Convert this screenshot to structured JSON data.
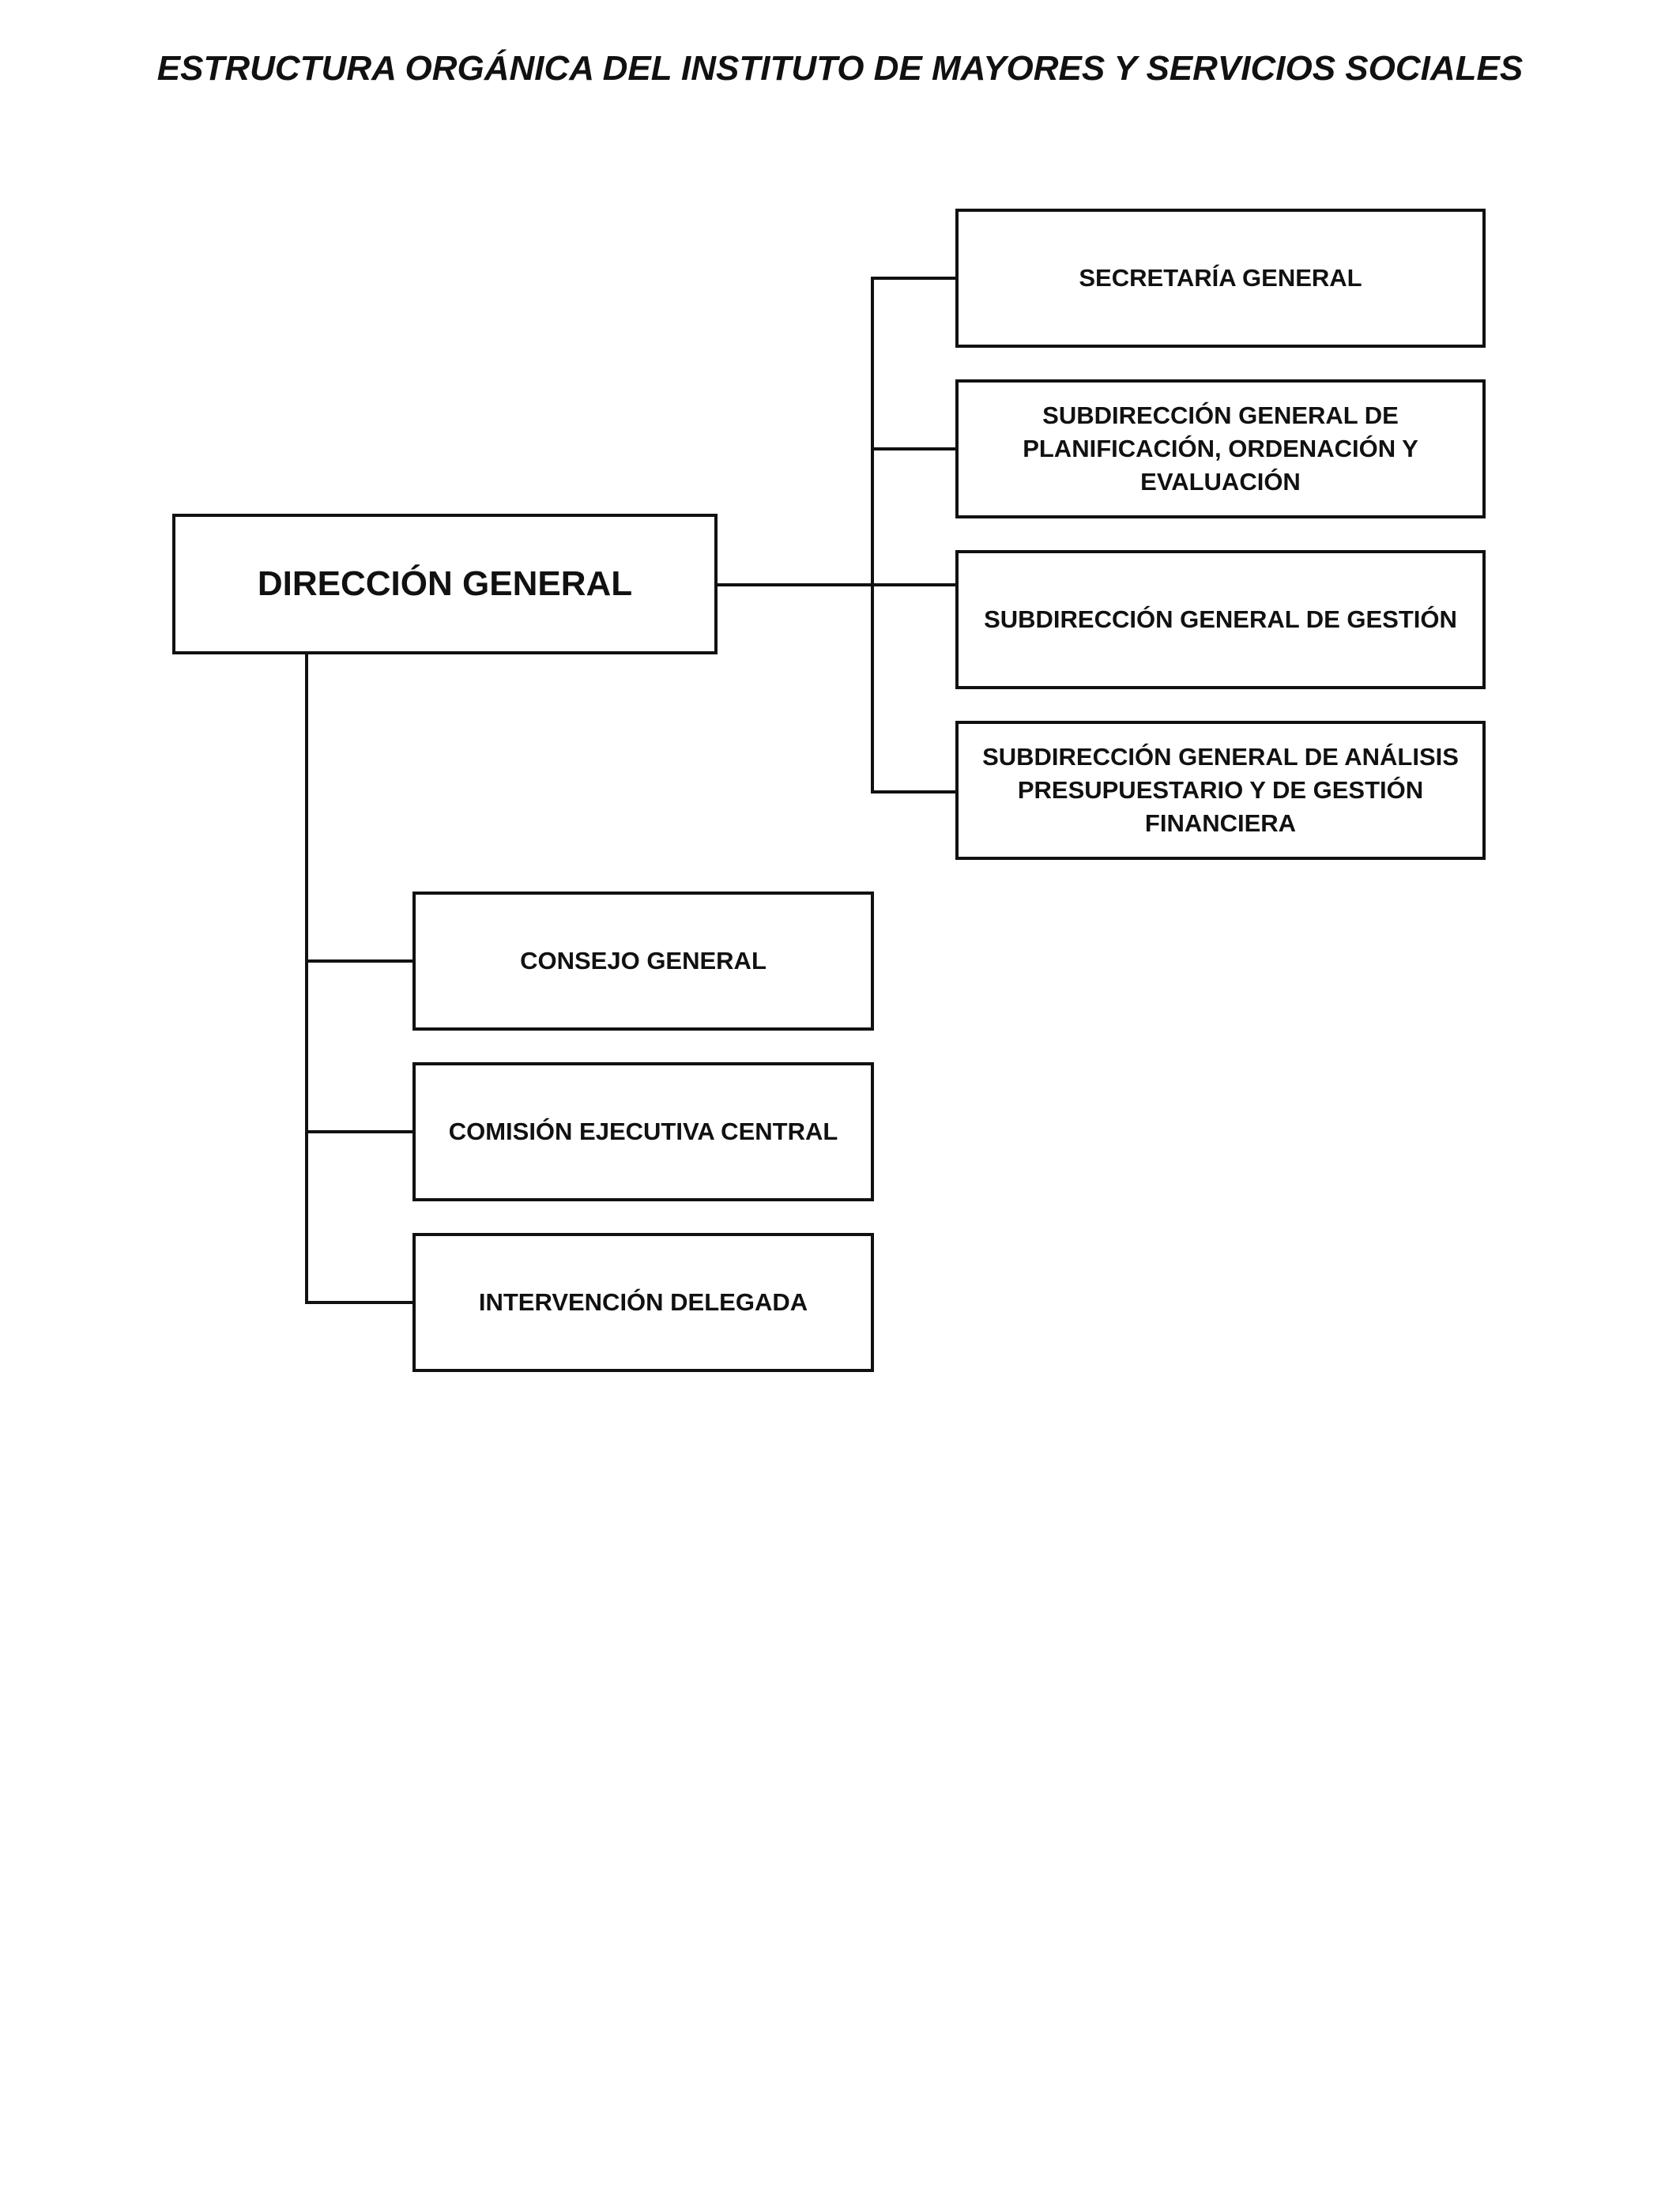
{
  "title": "ESTRUCTURA ORGÁNICA DEL INSTITUTO DE MAYORES Y SERVICIOS SOCIALES",
  "main": {
    "label": "DIRECCIÓN GENERAL"
  },
  "right_units": [
    {
      "label": "SECRETARÍA GENERAL"
    },
    {
      "label": "SUBDIRECCIÓN GENERAL DE PLANIFICACIÓN, ORDENACIÓN Y EVALUACIÓN"
    },
    {
      "label": "SUBDIRECCIÓN GENERAL DE GESTIÓN"
    },
    {
      "label": "SUBDIRECCIÓN GENERAL DE ANÁLISIS PRESUPUESTARIO Y DE GESTIÓN FINANCIERA"
    }
  ],
  "lower_units": [
    {
      "label": "CONSEJO GENERAL"
    },
    {
      "label": "COMISIÓN EJECUTIVA CENTRAL"
    },
    {
      "label": "INTERVENCIÓN DELEGADA"
    }
  ]
}
